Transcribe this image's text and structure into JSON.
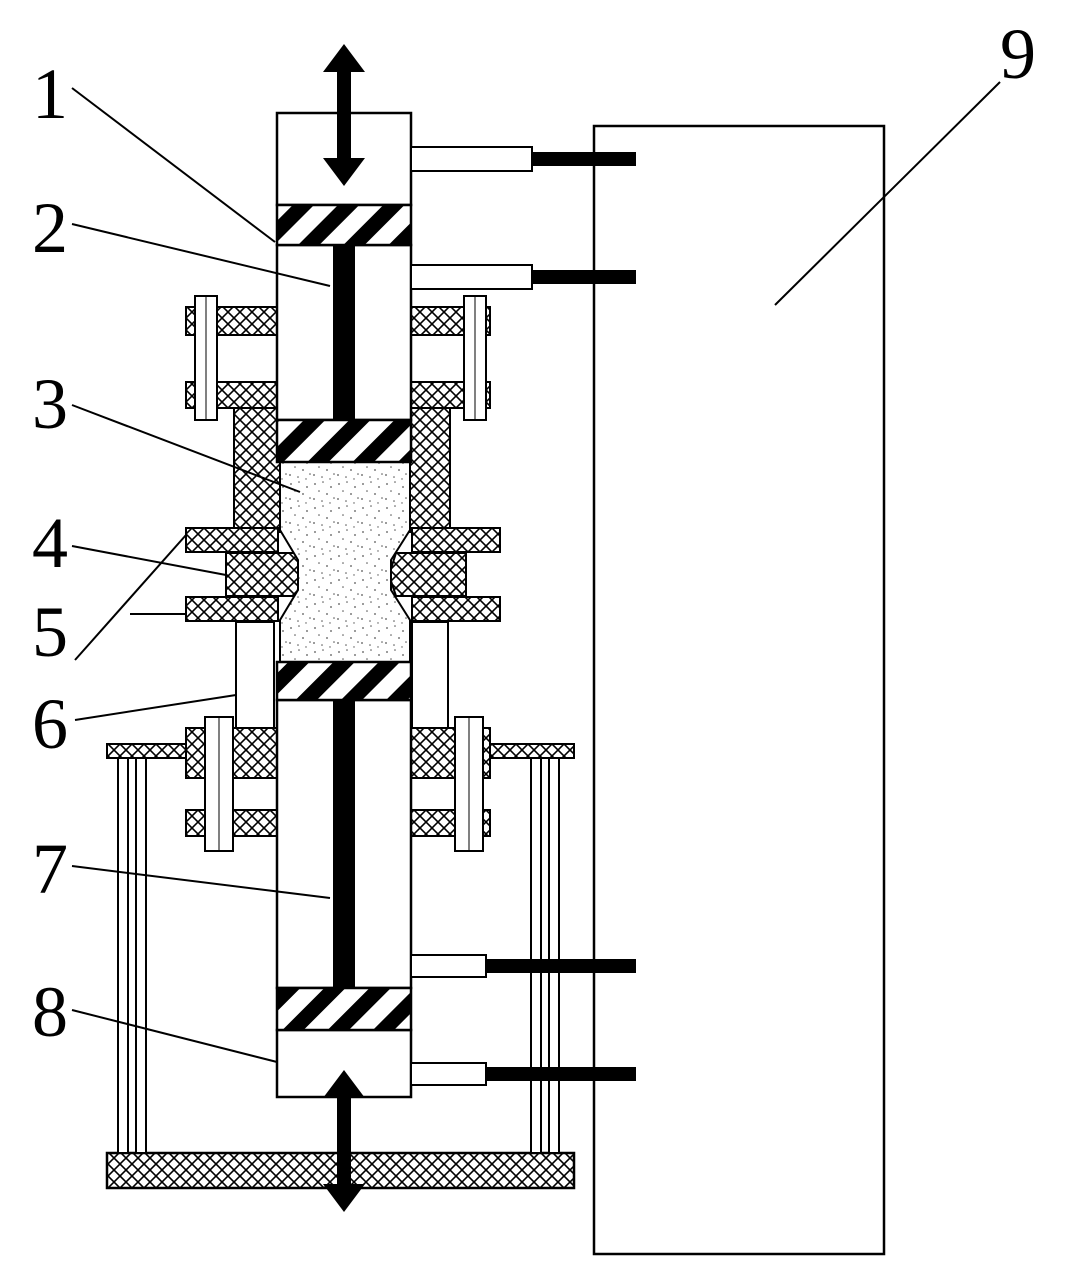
{
  "labels": {
    "l1": "1",
    "l2": "2",
    "l3": "3",
    "l4": "4",
    "l5": "5",
    "l6": "6",
    "l7": "7",
    "l8": "8",
    "l9": "9"
  },
  "colors": {
    "line": "#000000",
    "background": "#ffffff",
    "speckle": "#555555"
  }
}
